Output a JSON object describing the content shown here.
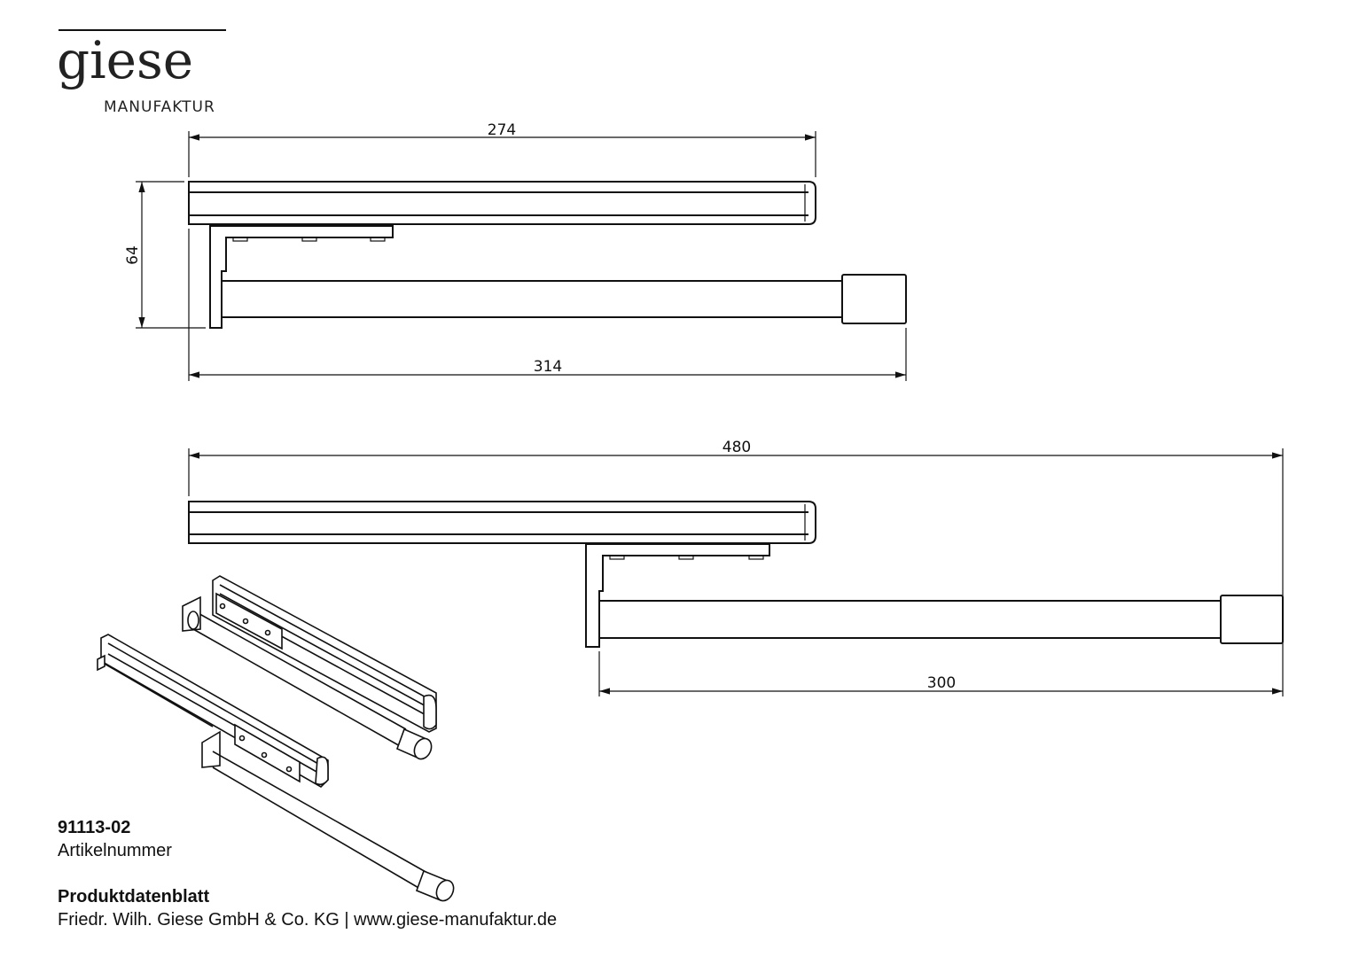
{
  "logo": {
    "name": "giese",
    "subtitle": "MANUFAKTUR"
  },
  "drawing": {
    "closed_view": {
      "width_rail": "274",
      "height": "64",
      "total_length": "314"
    },
    "extended_view": {
      "total_length": "480",
      "extension": "300"
    }
  },
  "info": {
    "article_number": "91113-02",
    "article_number_label": "Artikelnummer",
    "document_type": "Produktdatenblatt",
    "company_line": "Friedr. Wilh. Giese GmbH & Co. KG | www.giese-manufaktur.de"
  }
}
